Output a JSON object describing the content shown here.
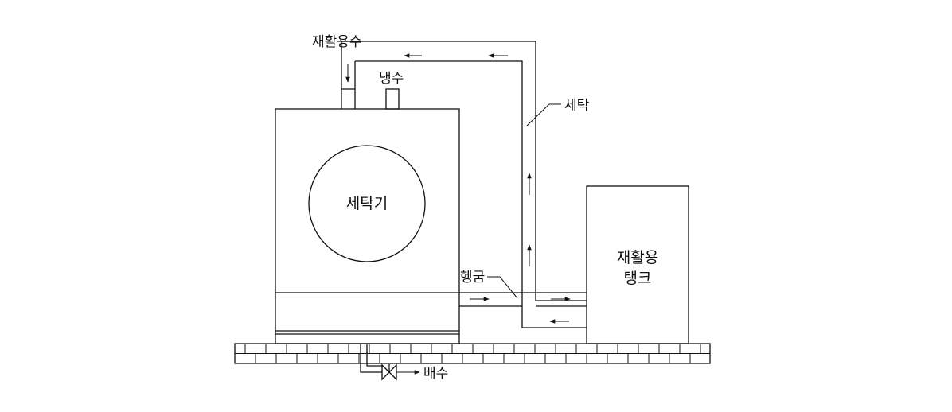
{
  "labels": {
    "recycled_water": "재활용수",
    "cold_water": "냉수",
    "washing": "세탁",
    "washer": "세탁기",
    "rinsing": "헹굼",
    "tank_line1": "재활용",
    "tank_line2": "탱크",
    "drain": "배수"
  },
  "colors": {
    "line": "#111111",
    "background": "#ffffff"
  }
}
